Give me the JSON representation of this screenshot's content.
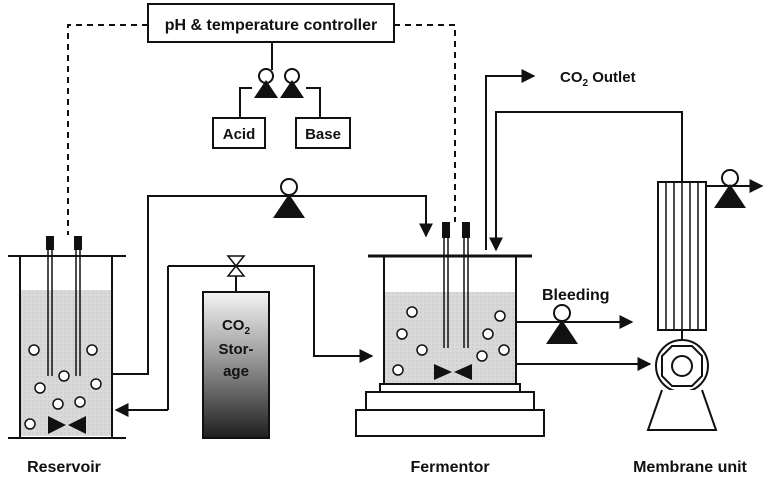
{
  "controller": {
    "label": "pH & temperature controller"
  },
  "dosing": {
    "acid": "Acid",
    "base": "Base"
  },
  "co2_outlet": {
    "prefix": "CO",
    "sub": "2",
    "suffix": " Outlet"
  },
  "storage": {
    "line1_prefix": "CO",
    "line1_sub": "2",
    "line2": "Stor-",
    "line3": "age"
  },
  "bleeding": {
    "label": "Bleeding"
  },
  "units": {
    "reservoir": "Reservoir",
    "fermentor": "Fermentor",
    "membrane": "Membrane unit"
  },
  "colors": {
    "line": "#111111",
    "liquid": "#d6d6d6",
    "tank_dark": "#2b2b2b",
    "tank_light": "#ededed"
  }
}
